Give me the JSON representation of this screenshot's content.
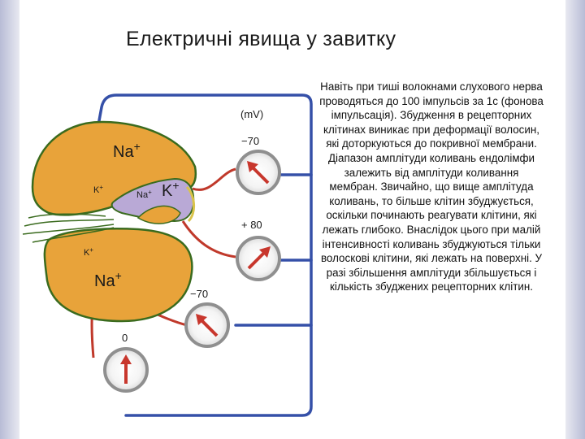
{
  "title": "Електричні явища у завитку",
  "description": "Навіть при тиші волокнами слухового нерва проводяться до 100 імпульсів за 1с (фонова імпульсація). Збудження в рецепторних клітинах виникає при деформації волосин, які доторкуються до покривної мембрани. Діапазон амплітуди коливань ендолімфи залежить від амплітуди коливання мембран. Звичайно, що вище амплітуда коливань, то більше клітин збуджується, оскільки починають реагувати клітини, які лежать глибоко. Внаслідок цього при малій інтенсивності коливань збуджуються тільки волоскові клітини, які лежать на поверхні. У разі збільшення амплітуди збільшується і кількість збуджених рецепторних клітин.",
  "diagram": {
    "unit_label": "(mV)",
    "upper_ions": {
      "na": "Na",
      "na_sup": "+",
      "k": "K",
      "k_sup": "+"
    },
    "middle_ions": {
      "na": "Na",
      "na_sup": "+",
      "k": "K",
      "k_sup": "+"
    },
    "lower_ions": {
      "k": "K",
      "k_sup": "+",
      "na": "Na",
      "na_sup": "+"
    },
    "meters": [
      {
        "label": "−70"
      },
      {
        "label": "+ 80"
      },
      {
        "label": "−70"
      },
      {
        "label": "0"
      }
    ],
    "colors": {
      "wire": "#3550a8",
      "lead": "#c0392b",
      "tissue": "#e8a33a",
      "outline": "#3a6b1e",
      "endolymph": "#b9a9d6",
      "dial": "#8f8f8f",
      "needle": "#c8372d"
    }
  }
}
